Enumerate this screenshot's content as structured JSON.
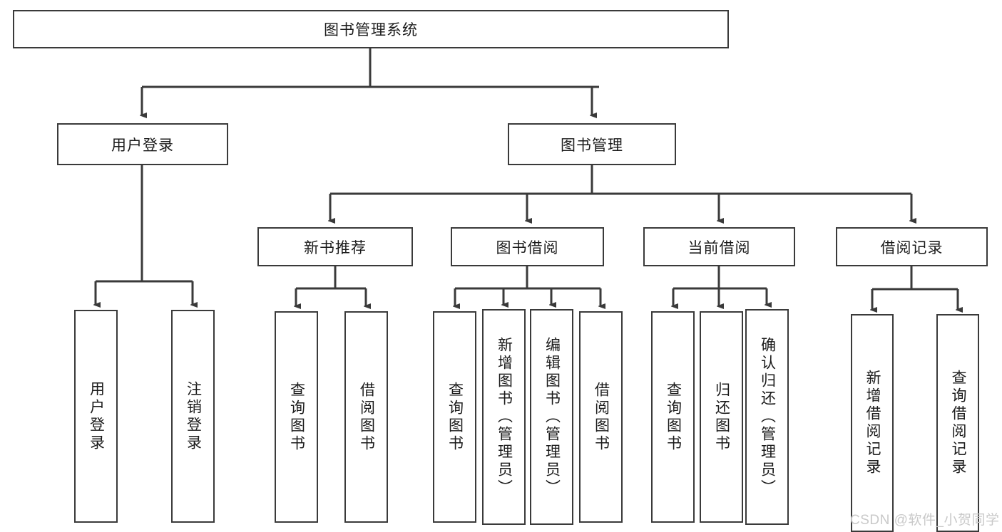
{
  "diagram": {
    "title": "图书管理系统",
    "type": "tree-hierarchy-diagram",
    "watermark": "CSDN @软件_小贺同学"
  },
  "nodes": {
    "root": {
      "label": "图书管理系统"
    },
    "level1": [
      {
        "id": "user-login",
        "label": "用户登录"
      },
      {
        "id": "book-management",
        "label": "图书管理"
      }
    ],
    "level2": [
      {
        "id": "new-book-recommend",
        "label": "新书推荐"
      },
      {
        "id": "book-borrow",
        "label": "图书借阅"
      },
      {
        "id": "current-borrow",
        "label": "当前借阅"
      },
      {
        "id": "borrow-record",
        "label": "借阅记录"
      }
    ],
    "leaves": {
      "user_login": [
        {
          "id": "leaf-user-login",
          "label": "用户登录"
        },
        {
          "id": "leaf-user-logout",
          "label": "注销登录"
        }
      ],
      "new_book_recommend": [
        {
          "id": "leaf-query-book-1",
          "label": "查询图书"
        },
        {
          "id": "leaf-borrow-book-1",
          "label": "借阅图书"
        }
      ],
      "book_borrow": [
        {
          "id": "leaf-query-book-2",
          "label": "查询图书"
        },
        {
          "id": "leaf-add-book",
          "label": "新增图书（管理员）"
        },
        {
          "id": "leaf-edit-book",
          "label": "编辑图书（管理员）"
        },
        {
          "id": "leaf-borrow-book-2",
          "label": "借阅图书"
        }
      ],
      "current_borrow": [
        {
          "id": "leaf-query-book-3",
          "label": "查询图书"
        },
        {
          "id": "leaf-return-book",
          "label": "归还图书"
        },
        {
          "id": "leaf-confirm-return",
          "label": "确认归还（管理员）"
        }
      ],
      "borrow_record": [
        {
          "id": "leaf-add-record",
          "label": "新增借阅记录"
        },
        {
          "id": "leaf-query-record",
          "label": "查询借阅记录"
        }
      ]
    }
  },
  "colors": {
    "stroke": "#3a3a3a",
    "text": "#1b1b1b",
    "background": "#ffffff",
    "watermark": "#c9c9c9"
  }
}
